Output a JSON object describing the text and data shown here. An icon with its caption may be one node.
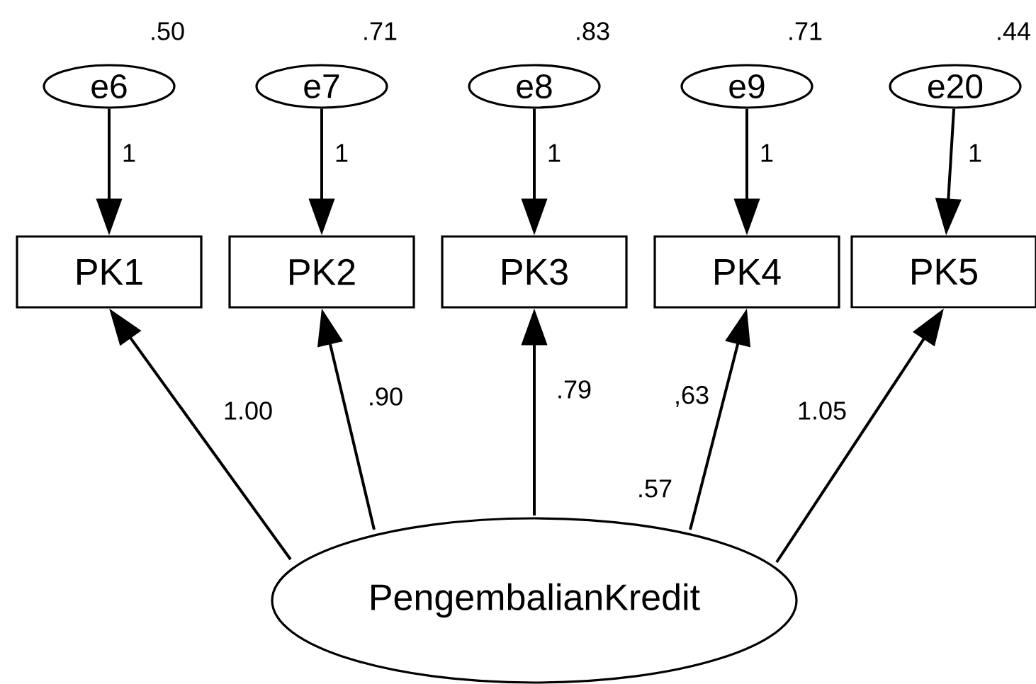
{
  "diagram": {
    "nodes": [
      {
        "text": [
          "e6"
        ],
        "beside": [
          ".50"
        ]
      },
      {
        "text": [
          "e7"
        ],
        "beside": [
          ".71"
        ]
      },
      {
        "text": [
          "e8"
        ],
        "beside": [
          ".83"
        ]
      },
      {
        "text": [
          "e9"
        ],
        "beside": [
          ".71"
        ]
      },
      {
        "text": [
          "e20"
        ],
        "beside": [
          ".44"
        ]
      },
      {
        "text": [
          "PK1"
        ]
      },
      {
        "text": [
          "PK2"
        ]
      },
      {
        "text": [
          "PK3"
        ]
      },
      {
        "text": [
          "PK4"
        ]
      },
      {
        "text": [
          "PK5"
        ]
      },
      {
        "text": [
          "PengembalianKredit"
        ],
        "beside": [
          ".57"
        ]
      }
    ],
    "edges": [
      {
        "from": 0,
        "to": 5,
        "arrow": "to",
        "label": "1"
      },
      {
        "from": 1,
        "to": 6,
        "arrow": "to",
        "label": "1"
      },
      {
        "from": 2,
        "to": 7,
        "arrow": "to",
        "label": "1"
      },
      {
        "from": 3,
        "to": 8,
        "arrow": "to",
        "label": "1"
      },
      {
        "from": 4,
        "to": 9,
        "arrow": "to",
        "label": "1"
      },
      {
        "from": 10,
        "to": 5,
        "arrow": "to",
        "label": "1.00"
      },
      {
        "from": 10,
        "to": 6,
        "arrow": "to",
        "label": ".90"
      },
      {
        "from": 10,
        "to": 7,
        "arrow": "to",
        "label": ".79"
      },
      {
        "from": 10,
        "to": 8,
        "arrow": "to",
        "label": ",63"
      },
      {
        "from": 10,
        "to": 9,
        "arrow": "to",
        "label": "1.05"
      }
    ]
  }
}
